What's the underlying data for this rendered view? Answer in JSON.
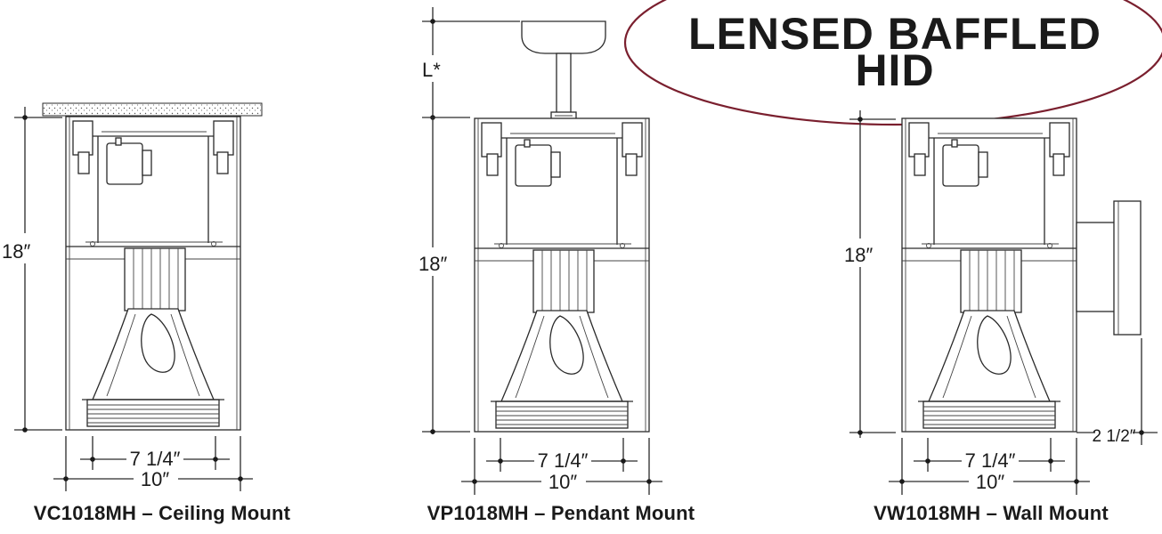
{
  "title": {
    "line1": "LENSED BAFFLED",
    "line2": "HID",
    "oval_color": "#7a1f2e"
  },
  "fixtures": [
    {
      "caption": "VC1018MH – Ceiling Mount",
      "height_label": "18″",
      "inner_width_label": "7 1/4″",
      "outer_width_label": "10″"
    },
    {
      "caption": "VP1018MH – Pendant Mount",
      "height_label": "18″",
      "pendant_label": "L*",
      "inner_width_label": "7 1/4″",
      "outer_width_label": "10″"
    },
    {
      "caption": "VW1018MH – Wall Mount",
      "height_label": "18″",
      "inner_width_label": "7 1/4″",
      "outer_width_label": "10″",
      "depth_label": "2 1/2″"
    }
  ]
}
